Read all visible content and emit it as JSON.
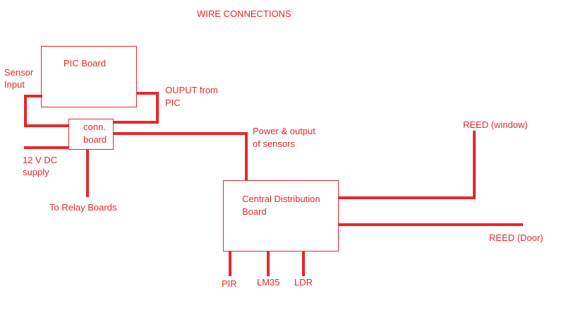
{
  "title": "WIRE CONNECTIONS",
  "colors": {
    "ink": "#e8272b",
    "background": "#ffffff"
  },
  "boxes": {
    "pic_board": "PIC Board",
    "conn_board_line1": "conn.",
    "conn_board_line2": "board",
    "central_line1": "Central Distribution",
    "central_line2": "Board"
  },
  "labels": {
    "sensor_input_line1": "Sensor",
    "sensor_input_line2": "Input",
    "output_from_pic_line1": "OUPUT from",
    "output_from_pic_line2": "PIC",
    "supply_line1": "12 V DC",
    "supply_line2": "supply",
    "relay": "To Relay Boards",
    "power_output_line1": "Power & output",
    "power_output_line2": "of sensors",
    "reed_window": "REED (window)",
    "reed_door": "REED (Door)",
    "pir": "PIR",
    "lm35": "LM35",
    "ldr": "LDR"
  }
}
